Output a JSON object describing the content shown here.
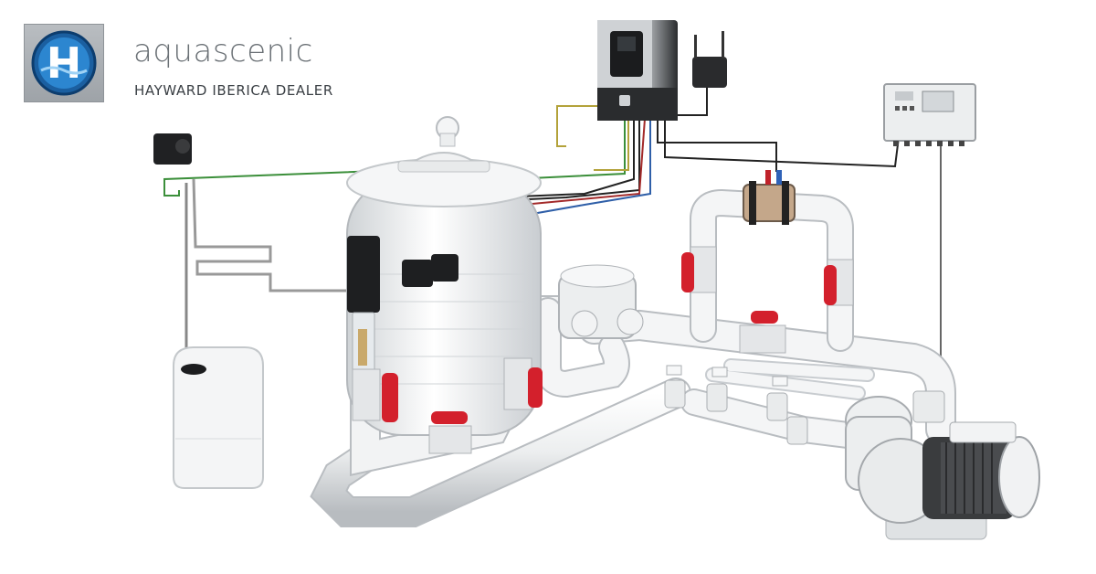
{
  "brand": {
    "name_part1": "aqua",
    "name_part2": "scenic",
    "tagline": "HAYWARD IBERICA DEALER",
    "logo_letter": "H"
  },
  "colors": {
    "logo_blue": "#1a6fb8",
    "pipe_white": "#eef0f1",
    "pipe_shadow": "#bfc3c6",
    "valve_red": "#d3202c",
    "wire_green": "#3b8f3a",
    "wire_yellow": "#b3a23a",
    "wire_red": "#a32a2a",
    "wire_blue": "#2f5fa8",
    "wire_black": "#222222"
  },
  "components": {
    "filter_tank": "sand-filter",
    "controller": "salt-chlorinator-controller",
    "wifi": "wifi-module",
    "panel": "control-panel",
    "dosing_pump": "dosing-pump",
    "chemical_tank": "chemical-tank",
    "cell": "electrolysis-cell",
    "pump": "pool-pump"
  }
}
